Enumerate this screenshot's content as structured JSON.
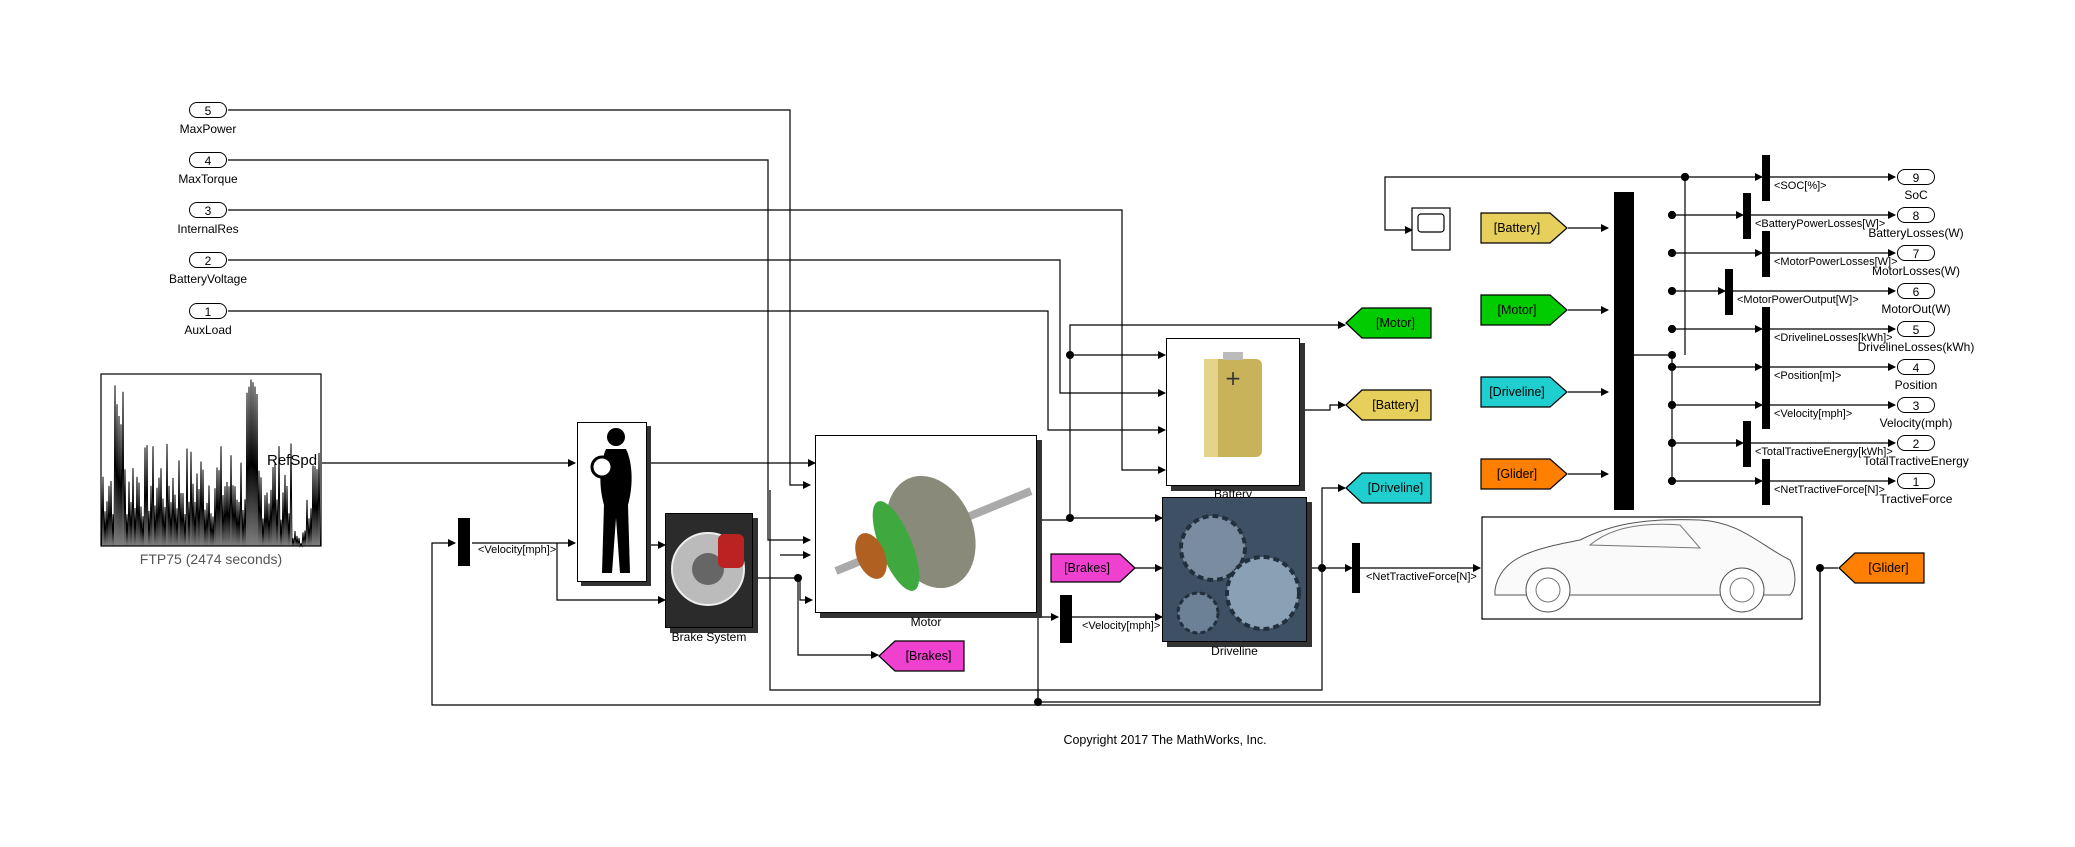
{
  "inports": [
    {
      "num": "5",
      "name": "MaxPower"
    },
    {
      "num": "4",
      "name": "MaxTorque"
    },
    {
      "num": "3",
      "name": "InternalRes"
    },
    {
      "num": "2",
      "name": "BatteryVoltage"
    },
    {
      "num": "1",
      "name": "AuxLoad"
    }
  ],
  "drive_cycle": {
    "signal": "RefSpd",
    "caption": "FTP75 (2474  seconds)"
  },
  "blocks": {
    "brake_system": "Brake System",
    "motor": "Motor",
    "battery": "Battery",
    "driveline": "Driveline"
  },
  "goto_tags": {
    "motor": "[Motor]",
    "battery": "[Battery]",
    "driveline": "[Driveline]",
    "brakes": "[Brakes]",
    "glider": "[Glider]"
  },
  "from_tags": {
    "battery": "[Battery]",
    "motor": "[Motor]",
    "driveline": "[Driveline]",
    "glider": "[Glider]",
    "brakes": "[Brakes]"
  },
  "signals": {
    "velocity_left": "<Velocity[mph]>",
    "velocity_mid": "<Velocity[mph]>",
    "net_tractive_force": "<NetTractiveForce[N]>"
  },
  "outports": [
    {
      "num": "9",
      "name": "SoC",
      "selector": "<SOC[%]>"
    },
    {
      "num": "8",
      "name": "BatteryLosses(W)",
      "selector": "<BatteryPowerLosses[W]>"
    },
    {
      "num": "7",
      "name": "MotorLosses(W)",
      "selector": "<MotorPowerLosses[W]>"
    },
    {
      "num": "6",
      "name": "MotorOut(W)",
      "selector": "<MotorPowerOutput[W]>"
    },
    {
      "num": "5",
      "name": "DrivelineLosses(kWh)",
      "selector": "<DrivelineLosses[kWh]>"
    },
    {
      "num": "4",
      "name": "Position",
      "selector": "<Position[m]>"
    },
    {
      "num": "3",
      "name": "Velocity(mph)",
      "selector": "<Velocity[mph]>"
    },
    {
      "num": "2",
      "name": "TotalTractiveEnergy",
      "selector": "<TotalTractiveEnergy[kWh]>"
    },
    {
      "num": "1",
      "name": "TractiveForce",
      "selector": "<NetTractiveForce[N]>"
    }
  ],
  "copyright": "Copyright 2017 The MathWorks, Inc.",
  "colors": {
    "motor": "#00cc00",
    "battery": "#e6cf5a",
    "driveline": "#1fcfcf",
    "brakes": "#f040d0",
    "glider": "#ff8000"
  }
}
